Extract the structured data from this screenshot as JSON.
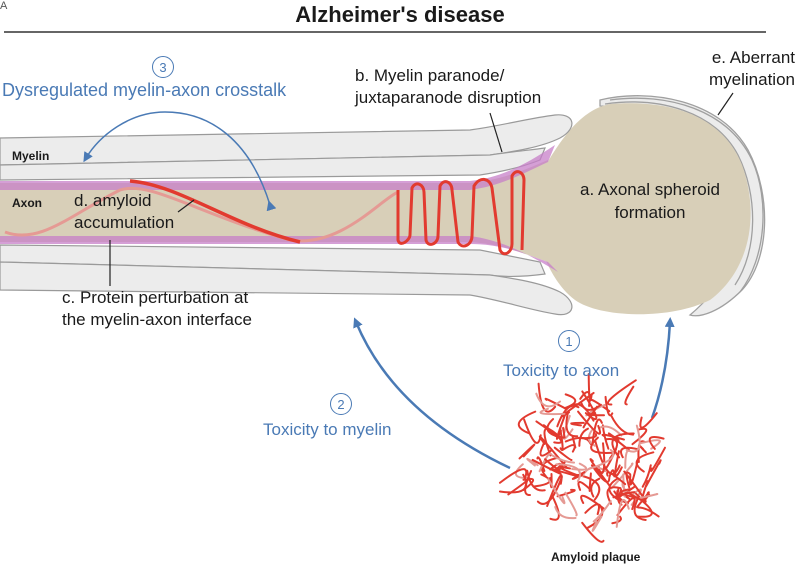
{
  "title": "Alzheimer's disease",
  "corner_mark": "A",
  "structures": {
    "myelin": "Myelin",
    "axon": "Axon",
    "plaque": "Amyloid plaque"
  },
  "labels": {
    "a": [
      "a. Axonal spheroid",
      "formation"
    ],
    "b": [
      "b. Myelin paranode/",
      "juxtaparanode disruption"
    ],
    "c": [
      "c. Protein perturbation at",
      "the myelin-axon interface"
    ],
    "d": [
      "d. amyloid",
      "accumulation"
    ],
    "e": [
      "e. Aberrant",
      "myelination"
    ]
  },
  "pathways": [
    {
      "number": "1",
      "label": "Toxicity to axon"
    },
    {
      "number": "2",
      "label": "Toxicity to myelin"
    },
    {
      "number": "3",
      "label": "Dysregulated myelin-axon crosstalk"
    }
  ],
  "colors": {
    "arrow_blue": "#4a7ab5",
    "axon_fill": "#d8cfb8",
    "myelin_fill": "#ececec",
    "myelin_line": "#9a9a9a",
    "paranode_purple": "#c77fc9",
    "amyloid_red": "#e23a2f",
    "amyloid_faint": "#e59a94"
  }
}
